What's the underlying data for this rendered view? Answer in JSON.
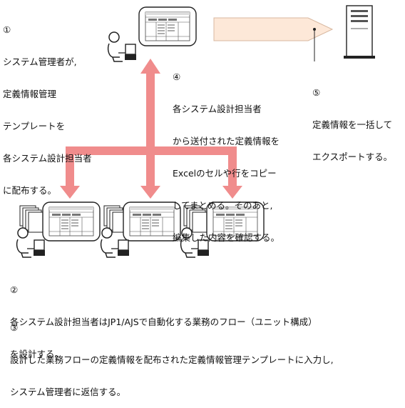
{
  "step1": {
    "num": "①",
    "lines": [
      "システム管理者が,",
      "定義情報管理",
      "テンプレートを",
      "各システム設計担当者",
      "に配布する。"
    ]
  },
  "step4": {
    "num": "④",
    "lines": [
      "各システム設計担当者",
      "から送付された定義情報を",
      "Excelのセルや行をコピー",
      "してまとめる。そのあと,",
      "編集した内容を確認する。"
    ]
  },
  "step5": {
    "num": "⑤",
    "lines": [
      "定義情報を一括して",
      "エクスポートする。"
    ]
  },
  "step2": {
    "num": "②",
    "lines": [
      "各システム設計担当者はJP1/AJSで自動化する業務のフロー（ユニット構成）",
      "を設計する。"
    ]
  },
  "step3": {
    "num": "③",
    "lines": [
      "設計した業務フローの定義情報を配布された定義情報管理テンプレートに入力し,",
      "システム管理者に返信する。"
    ]
  },
  "colors": {
    "arrow": "#f08c8c",
    "export_arrow": "#fde8d8",
    "export_arrow_stroke": "#d8b8a0"
  }
}
